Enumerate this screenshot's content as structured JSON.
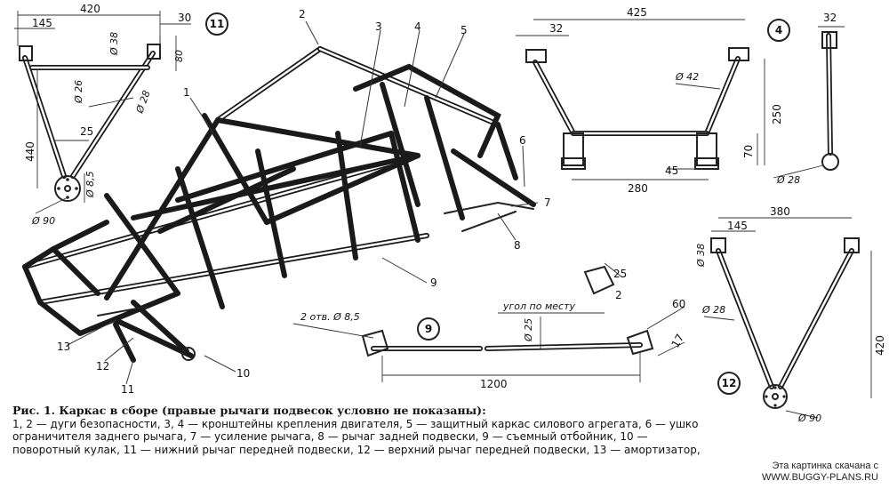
{
  "caption": {
    "title": "Рис. 1.  Каркас в сборе (правые рычаги подвесок условно не показаны):",
    "body": "1, 2 — дуги безопасности, 3, 4 — кронштейны крепления двигателя, 5 — защитный каркас силового агрегата, 6 — ушко ограничителя заднего рычага, 7 — усиление рычага, 8 — рычаг задней подвески, 9 — съемный отбойник, 10 — поворотный кулак, 11 — нижний рычаг передней подвески, 12 — верхний рычаг передней подвески, 13 — амортизатор,"
  },
  "credit": {
    "line1": "Эта картинка скачана с",
    "line2": "WWW.BUGGY-PLANS.RU"
  },
  "details": {
    "d11": {
      "id": "11",
      "dims": [
        "420",
        "30",
        "145",
        "Ø 38",
        "80",
        "Ø 26",
        "Ø 28",
        "25",
        "440",
        "Ø 8,5",
        "Ø 90"
      ]
    },
    "d4": {
      "id": "4",
      "dims": [
        "425",
        "32",
        "32",
        "Ø 42",
        "250",
        "70",
        "45",
        "280",
        "Ø 28"
      ]
    },
    "d12": {
      "id": "12",
      "dims": [
        "380",
        "145",
        "Ø 38",
        "Ø 28",
        "420",
        "Ø 90"
      ]
    },
    "d9": {
      "id": "9",
      "dims": [
        "2 отв. Ø 8,5",
        "Ø 25",
        "угол по месту",
        "60",
        "17",
        "1200",
        "25",
        "2"
      ]
    }
  },
  "callouts": [
    "1",
    "2",
    "3",
    "4",
    "5",
    "6",
    "7",
    "8",
    "9",
    "10",
    "11",
    "12",
    "13"
  ]
}
